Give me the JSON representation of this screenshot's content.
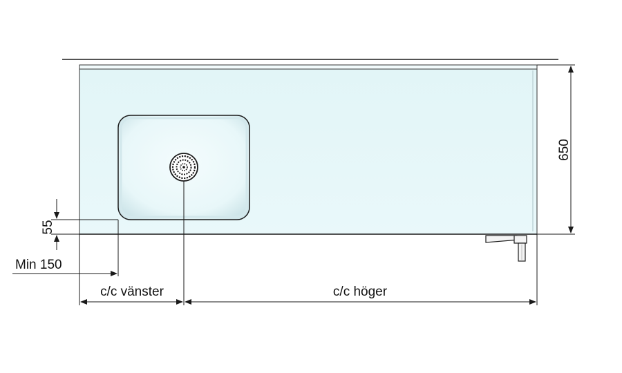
{
  "dimensions": {
    "depth": "650",
    "edge_offset": "55",
    "min_side": "Min 150",
    "cc_left": "c/c vänster",
    "cc_right": "c/c höger"
  },
  "colors": {
    "countertop_fill": "#e5f6f8",
    "line": "#1a1a1a",
    "background": "#ffffff"
  },
  "icons": {
    "drain": "drain-strainer-icon",
    "faucet": "faucet-icon"
  }
}
